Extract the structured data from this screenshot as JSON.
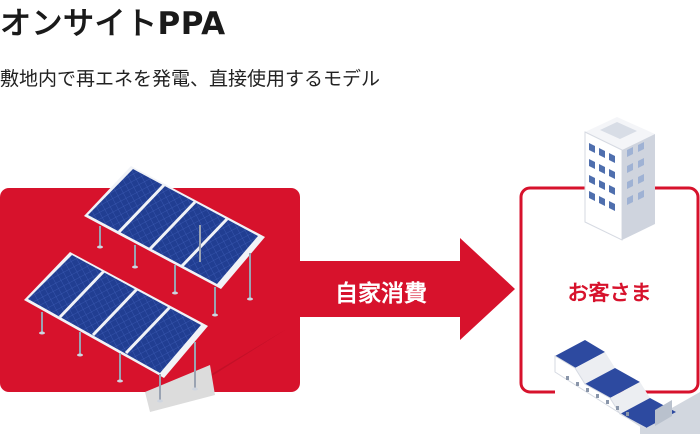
{
  "title": "オンサイトPPA",
  "subtitle": "敷地内で再エネを発電、直接使用するモデル",
  "diagram": {
    "arrow_label": "自家消費",
    "customer_label": "お客さま"
  },
  "colors": {
    "brand_red": "#d7122c",
    "panel_blue": "#1f3a8a",
    "panel_frame": "#e8edf5"
  },
  "icons": [
    "solar-panel-array-icon",
    "office-building-icon",
    "factory-icon"
  ]
}
